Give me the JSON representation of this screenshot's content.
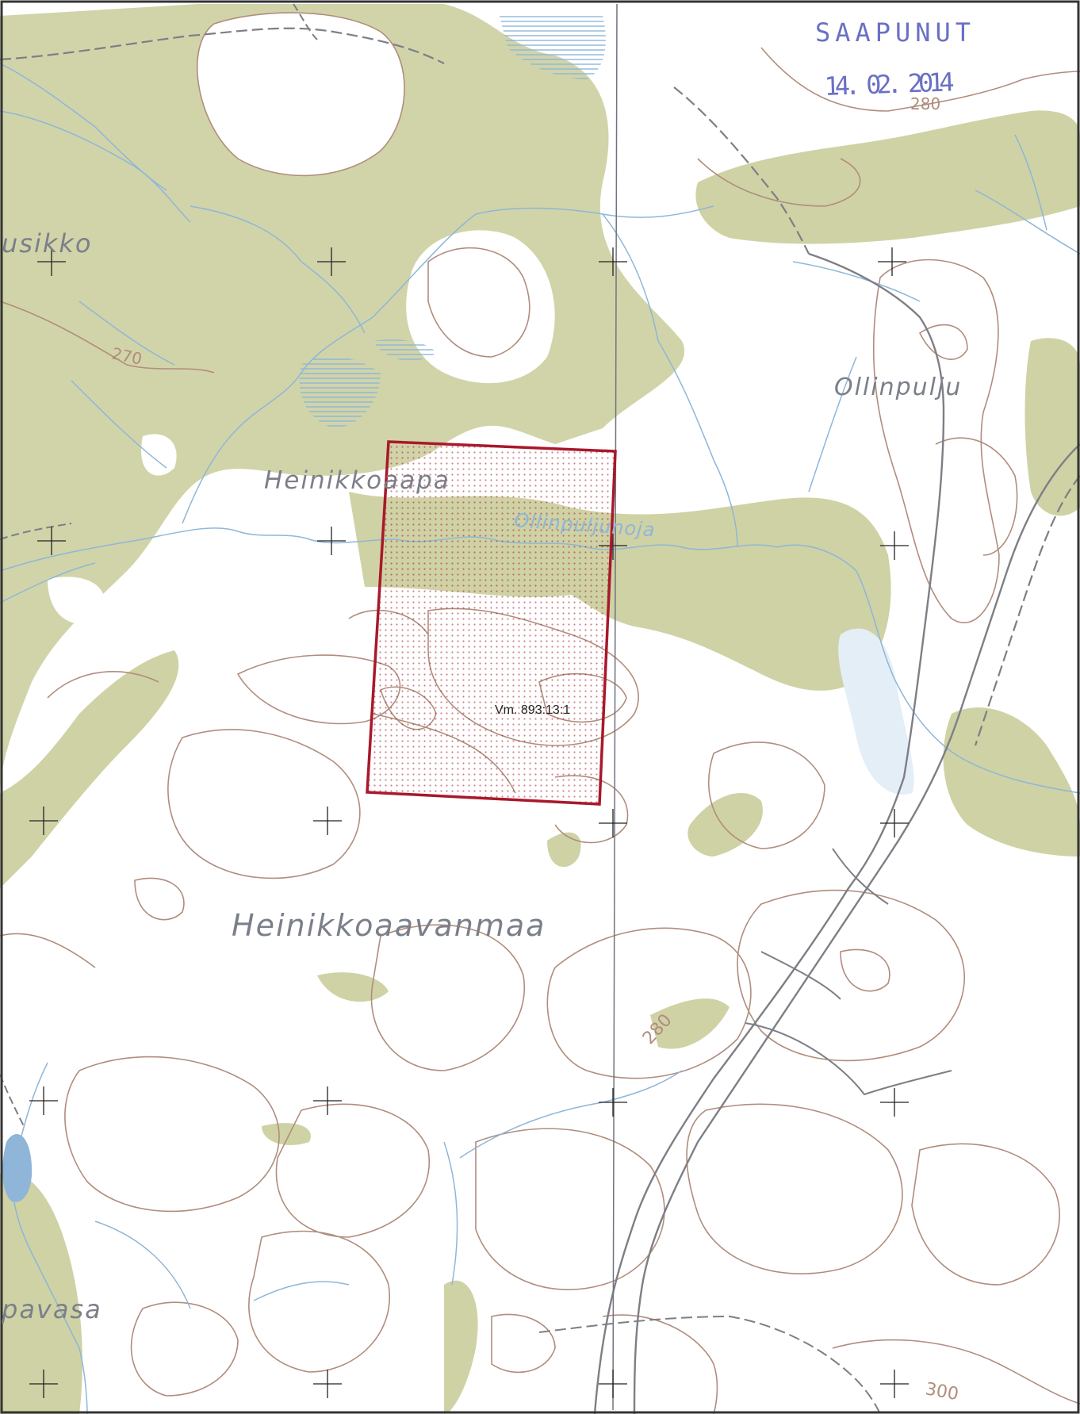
{
  "map": {
    "places": {
      "heinikkoaapa": "Heinikkoaapa",
      "heinikkoaavanmaa": "Heinikkoaavanmaa",
      "ollinpulju": "Ollinpulju",
      "usikko": "usikko",
      "pavasa": "pavasa"
    },
    "streams": {
      "ollinpuljunoja": "Ollinpuljunoja"
    },
    "contours": {
      "c270": "270",
      "c280_top": "280",
      "c280_mid": "280",
      "c300": "300"
    },
    "parcel": {
      "label": "Vm. 893:13:1"
    },
    "stamp": {
      "line1": "SAAPUNUT",
      "line2": "14. 02. 2014"
    },
    "colors": {
      "wetland": "#cfd2a4",
      "water": "#8fb6d8",
      "contour": "#b08d7d",
      "road": "#7e7e86",
      "parcel_border": "#a8192b",
      "stamp": "#6a70c4",
      "grid": "#6f7380"
    }
  }
}
